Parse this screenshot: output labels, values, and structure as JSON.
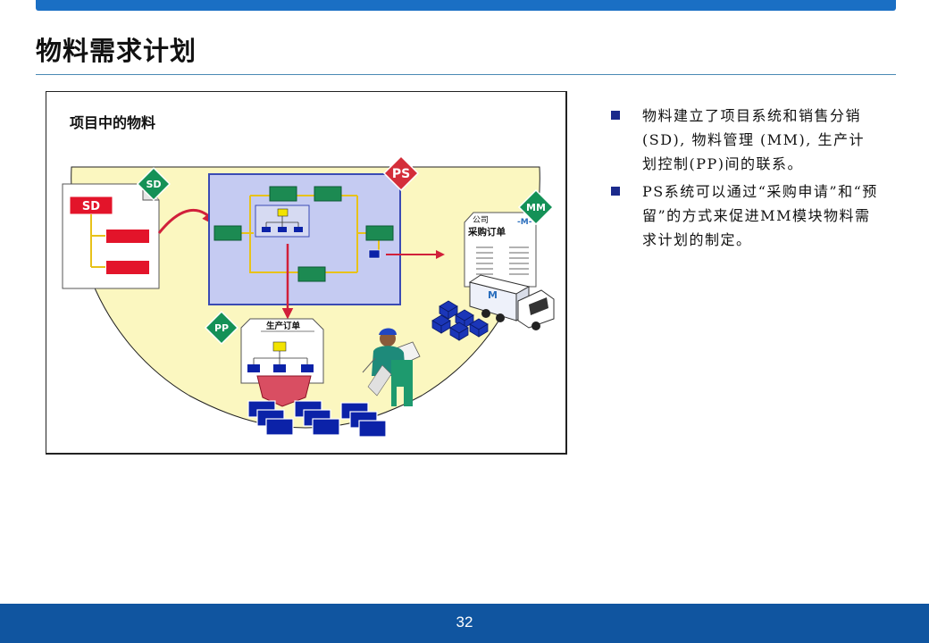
{
  "title": "物料需求计划",
  "figure": {
    "heading": "项目中的物料",
    "sd_badge": "SD",
    "sd_doc_label": "SD",
    "ps_badge": "PS",
    "mm_badge": "MM",
    "pp_badge": "PP",
    "po_company": "公司",
    "po_title": "采购订单",
    "po_logo": "-M-",
    "truck_logo": "M",
    "prod_order_title": "生产订单",
    "colors": {
      "badge_green": "#149157",
      "badge_red": "#d42e3a",
      "sd_red": "#e3142a",
      "block_green": "#1c8a52",
      "block_blue": "#0b22a8",
      "project_fill": "#c5cbf2",
      "project_border": "#3a4bb4",
      "arena_fill": "#fbf7c0",
      "connector_yellow": "#e8c21a",
      "arrow_red": "#d1203a"
    }
  },
  "bullets": [
    {
      "text": "物料建立了项目系统和销售分销 (SD), 物料管理 (MM), 生产计划控制(PP)间的联系。"
    },
    {
      "text": "PS系统可以通过“采购申请”和“预留”的方式来促进MM模块物料需求计划的制定。"
    }
  ],
  "footer": {
    "page_number": "32"
  }
}
